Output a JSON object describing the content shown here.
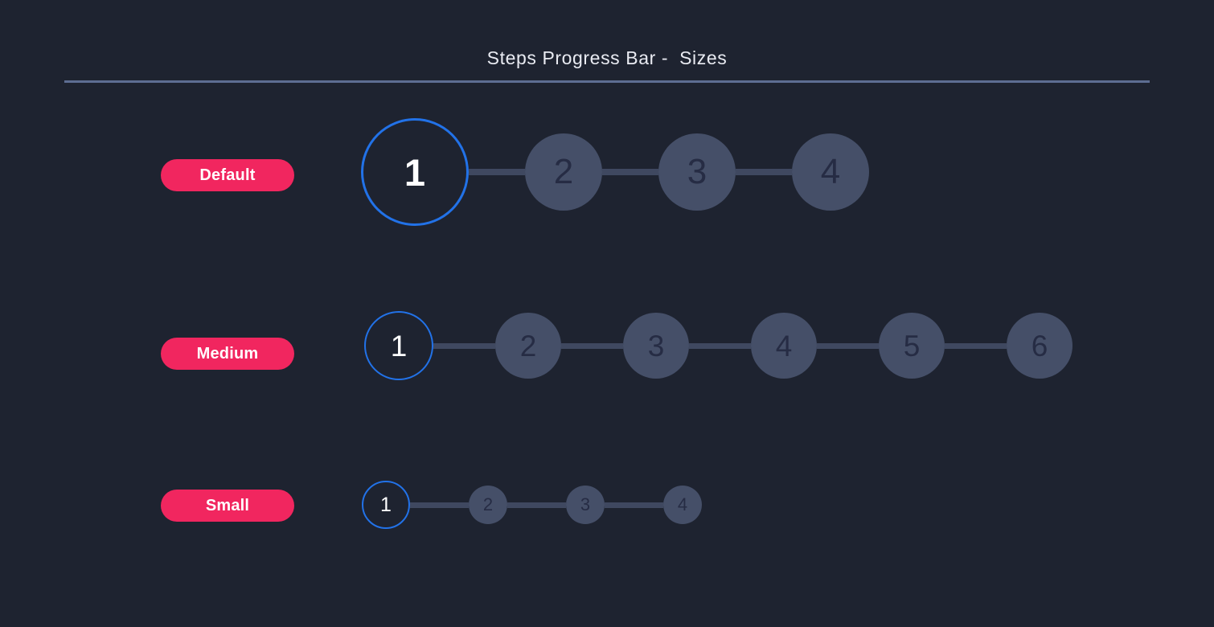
{
  "page": {
    "title": "Steps Progress Bar -  Sizes"
  },
  "colors": {
    "background": "#1e2330",
    "title_text": "#e9ebf2",
    "divider": "#5d6d92",
    "pill": "#f1265f",
    "pill_text": "#ffffff",
    "active_border_blue": "#2272e8",
    "active_number": "#ffffff",
    "inactive_fill": "#454f68",
    "inactive_number": "#262c44",
    "connector": "#3f4860"
  },
  "rows": [
    {
      "id": "default",
      "label": "Default",
      "active_step": 1,
      "steps": [
        "1",
        "2",
        "3",
        "4"
      ]
    },
    {
      "id": "medium",
      "label": "Medium",
      "active_step": 1,
      "steps": [
        "1",
        "2",
        "3",
        "4",
        "5",
        "6"
      ]
    },
    {
      "id": "small",
      "label": "Small",
      "active_step": 1,
      "steps": [
        "1",
        "2",
        "3",
        "4"
      ]
    }
  ]
}
